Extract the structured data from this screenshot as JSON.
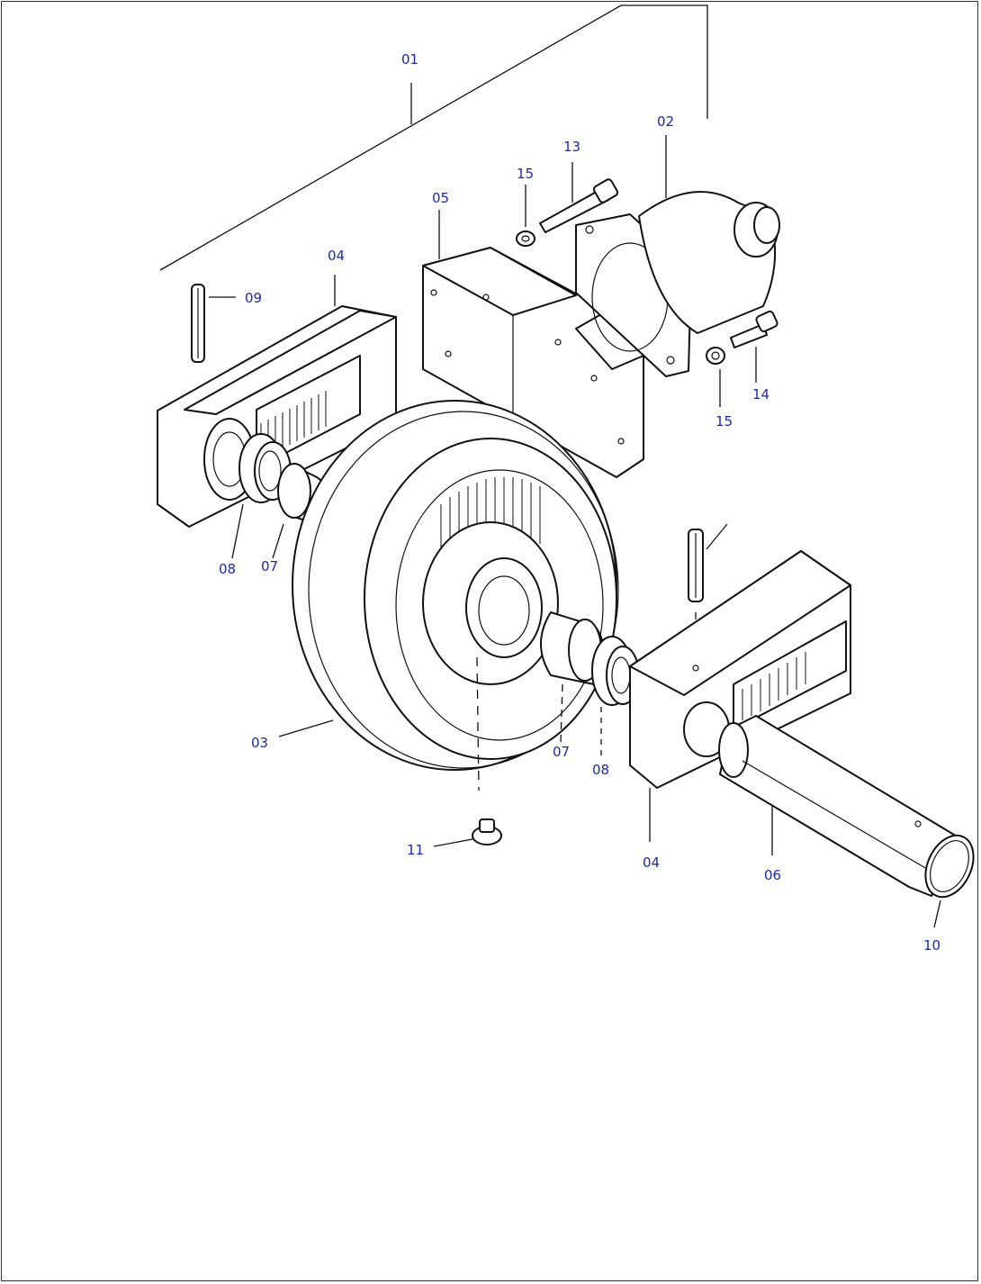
{
  "diagram": {
    "callouts": [
      {
        "id": "01",
        "label": "01"
      },
      {
        "id": "02",
        "label": "02"
      },
      {
        "id": "13",
        "label": "13"
      },
      {
        "id": "15a",
        "label": "15"
      },
      {
        "id": "05",
        "label": "05"
      },
      {
        "id": "04a",
        "label": "04"
      },
      {
        "id": "09",
        "label": "09"
      },
      {
        "id": "14",
        "label": "14"
      },
      {
        "id": "15b",
        "label": "15"
      },
      {
        "id": "08a",
        "label": "08"
      },
      {
        "id": "07a",
        "label": "07"
      },
      {
        "id": "03",
        "label": "03"
      },
      {
        "id": "07b",
        "label": "07"
      },
      {
        "id": "08b",
        "label": "08"
      },
      {
        "id": "04b",
        "label": "04"
      },
      {
        "id": "06",
        "label": "06"
      },
      {
        "id": "11",
        "label": "11"
      },
      {
        "id": "10",
        "label": "10"
      }
    ],
    "colors": {
      "label": "#1a2aa6",
      "line": "#111111",
      "background": "#ffffff"
    }
  }
}
